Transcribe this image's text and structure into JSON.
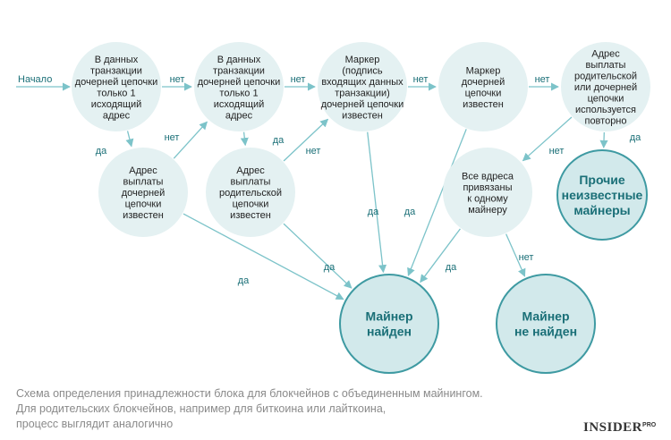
{
  "start_label": "Начало",
  "nodes": [
    {
      "id": "q1",
      "lines": [
        "В данных",
        "транзакции",
        "дочерней цепочки",
        "только 1",
        "исходящий",
        "адрес"
      ]
    },
    {
      "id": "q2",
      "lines": [
        "В данных",
        "транзакции",
        "дочерней цепочки",
        "только 1",
        "исходящий",
        "адрес"
      ]
    },
    {
      "id": "q3",
      "lines": [
        "Маркер",
        "(подпись",
        "входящих данных",
        "транзакции)",
        "дочерней цепочки",
        "известен"
      ]
    },
    {
      "id": "q4",
      "lines": [
        "Маркер",
        "дочерней",
        "цепочки",
        "известен"
      ]
    },
    {
      "id": "q5",
      "lines": [
        "Адрес",
        "выплаты",
        "родительской",
        "или дочерней",
        "цепочки",
        "используется",
        "повторно"
      ]
    },
    {
      "id": "q6",
      "lines": [
        "Адрес",
        "выплаты",
        "дочерней",
        "цепочки",
        "известен"
      ]
    },
    {
      "id": "q7",
      "lines": [
        "Адрес",
        "выплаты",
        "родительской",
        "цепочки",
        "известен"
      ]
    },
    {
      "id": "q8",
      "lines": [
        "Все вдреса",
        "привязаны",
        "к одному",
        "майнеру"
      ]
    },
    {
      "id": "r_unknown",
      "lines": [
        "Прочие",
        "неизвестные",
        "майнеры"
      ]
    },
    {
      "id": "r_found",
      "lines": [
        "Майнер",
        "найден"
      ]
    },
    {
      "id": "r_notfound",
      "lines": [
        "Майнер",
        "не найден"
      ]
    }
  ],
  "edge_labels": {
    "q1_q2": "нет",
    "q2_q3": "нет",
    "q3_q4": "нет",
    "q4_q5": "нет",
    "q1_q6": "да",
    "q6_q2": "нет",
    "q2_q7": "да",
    "q7_q3": "нет",
    "q5_unknown": "да",
    "q5_q8": "нет",
    "q6_found": "да",
    "q7_found": "да",
    "q3_found": "да",
    "q4_found": "да",
    "q8_found": "да",
    "q8_notfound": "нет"
  },
  "caption": [
    "Схема определения принадлежности блока для блокчейнов с объединенным майнингом.",
    "Для родительских блокчейнов, например для биткоина или лайткоина,",
    "процесс выглядит аналогично"
  ],
  "logo": {
    "main": "INSIDER",
    "sup": "PRO"
  },
  "colors": {
    "node_fill": "#e4f1f2",
    "final_fill": "#d2e9eb",
    "final_stroke": "#3e9aa2",
    "edge": "#7cc3c9",
    "label": "#1a6f77"
  }
}
